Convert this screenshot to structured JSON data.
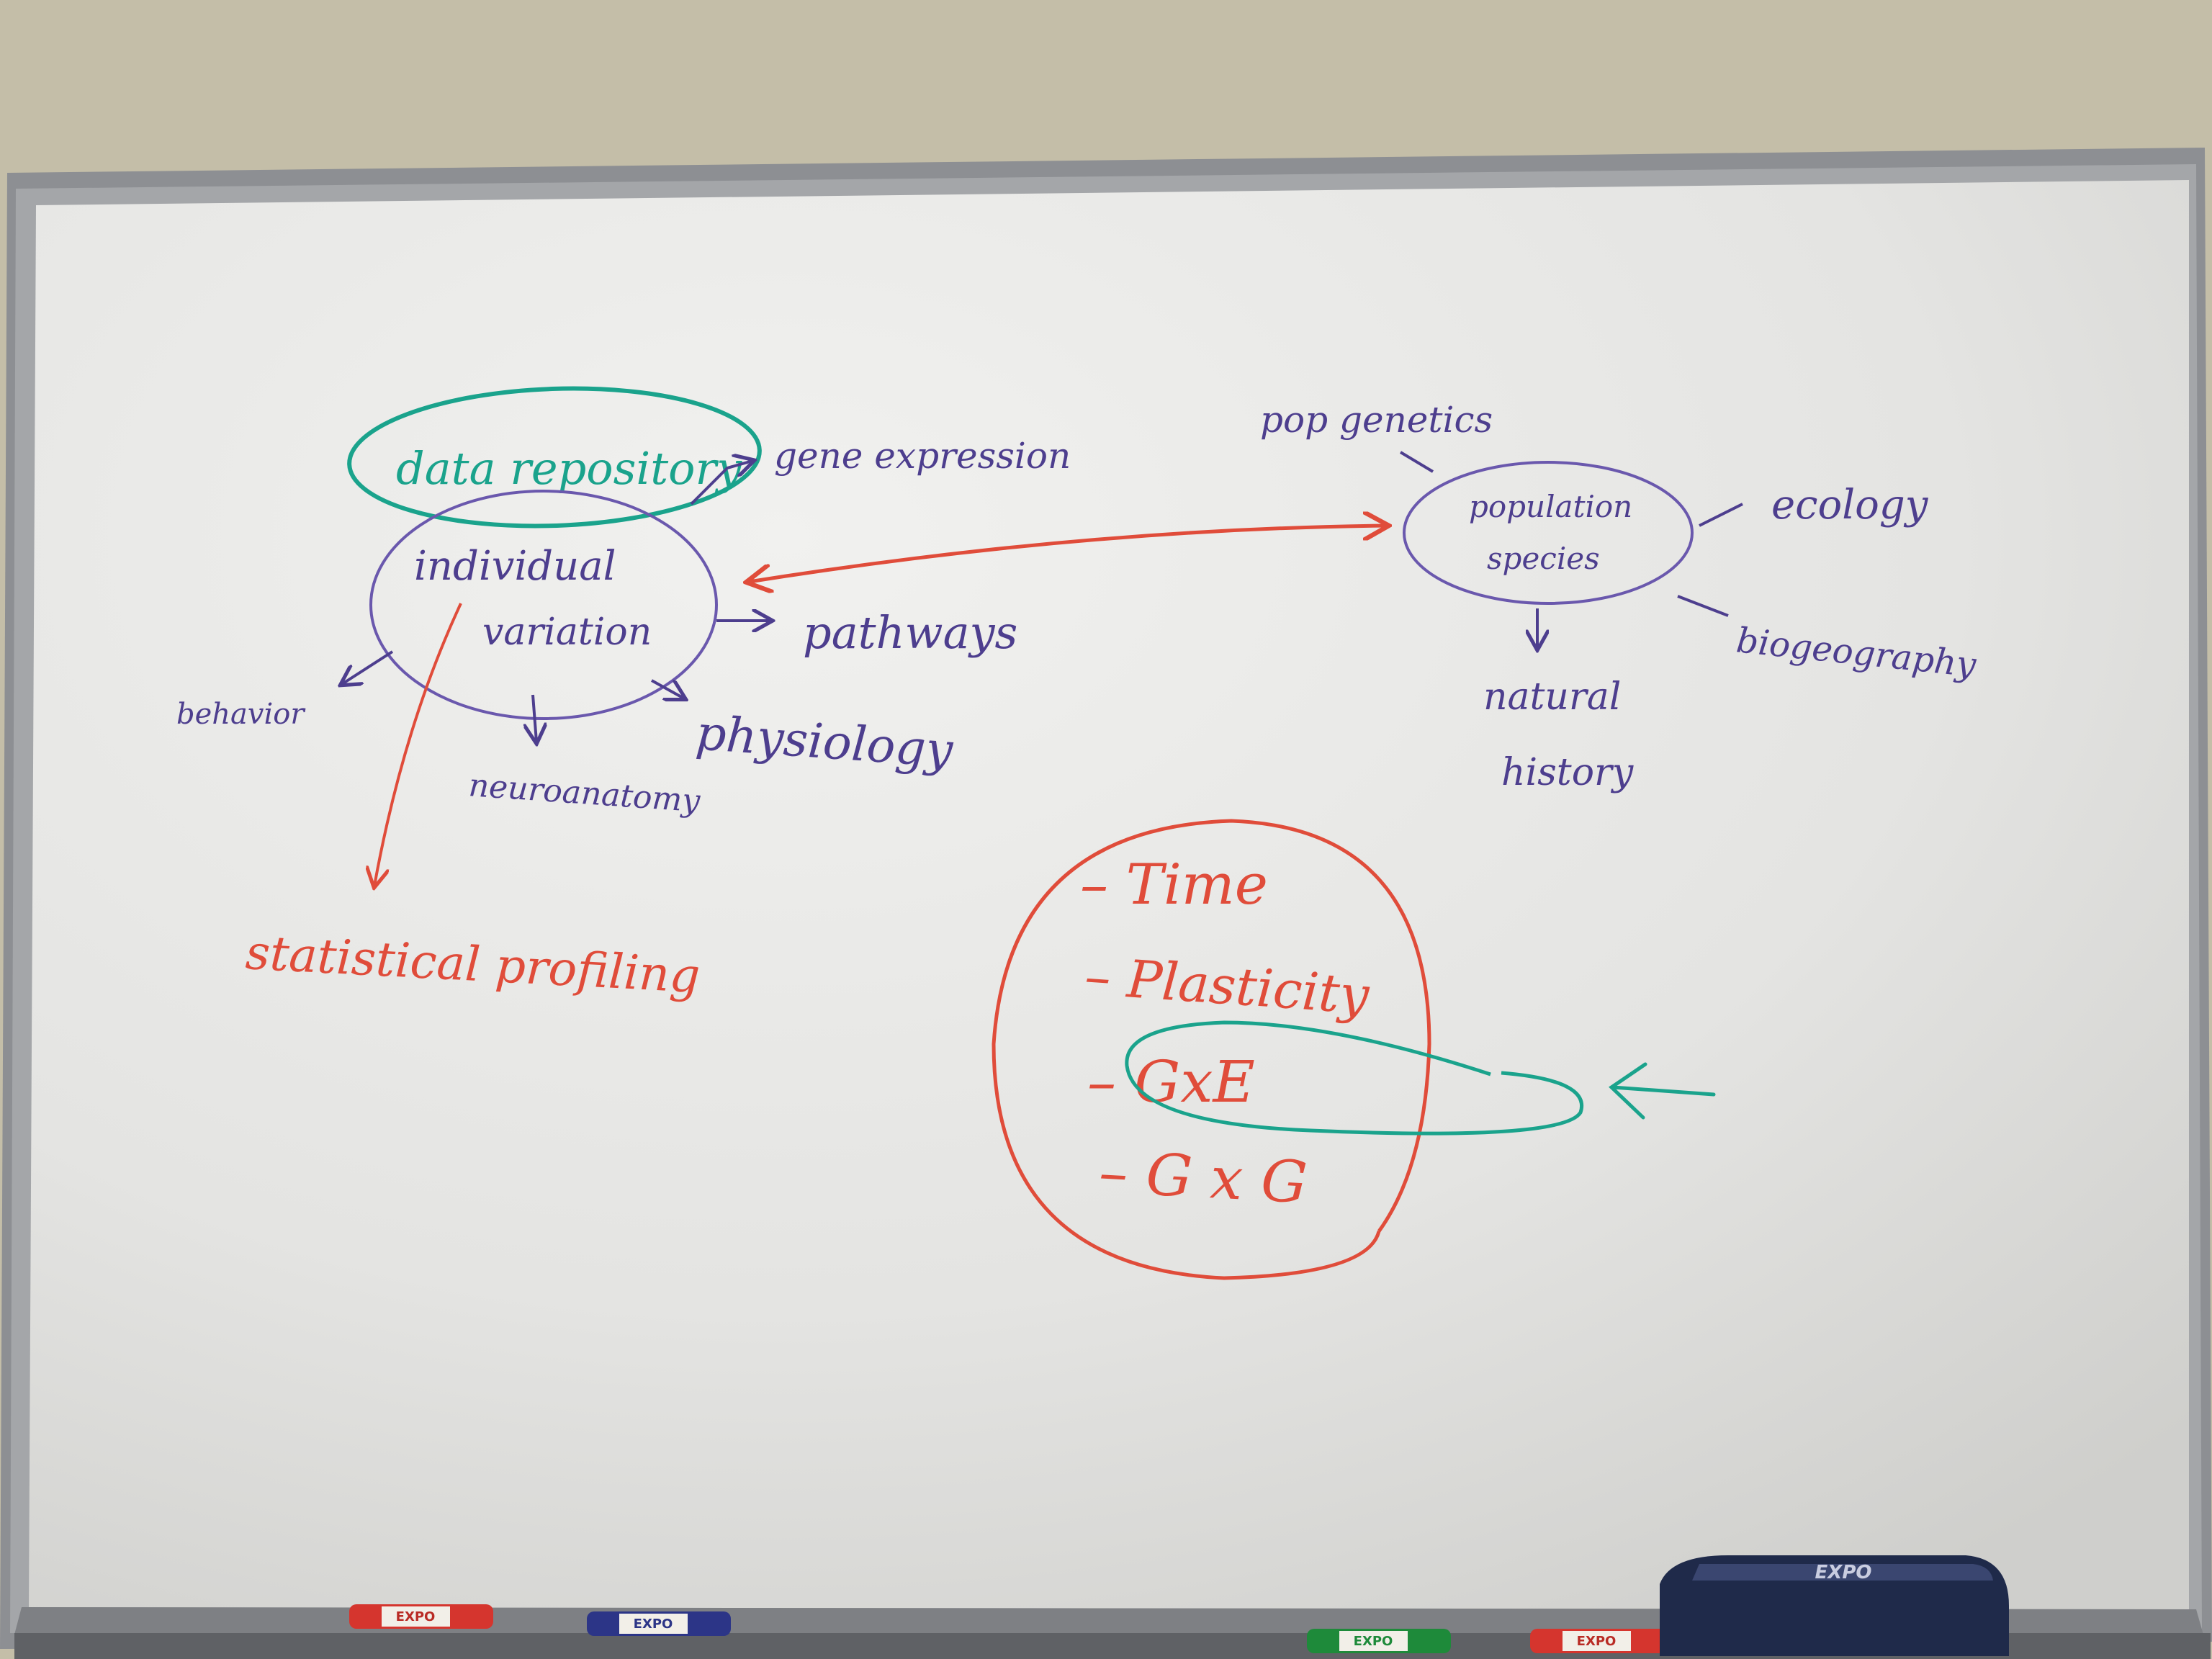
{
  "colors": {
    "wall": "#c4bea8",
    "frame": "#8d8f93",
    "board": "#ebebe9",
    "purple_ink": "#4d3e8e",
    "teal_ink": "#1aa38c",
    "red_ink": "#e04c3a",
    "eraser": "#1f2a4a"
  },
  "board_text": {
    "data_repository": "data repository",
    "gene_expression": "gene expression",
    "individual": "individual",
    "variation": "variation",
    "pathways": "pathways",
    "behavior": "behavior",
    "neuroanatomy": "neuroanatomy",
    "physiology": "physiology",
    "statistical_profiling": "statistical profiling",
    "pop_genetics": "pop genetics",
    "population": "population",
    "species": "species",
    "ecology": "ecology",
    "biogeography": "biogeography",
    "natural": "natural",
    "history": "history",
    "time": "– Time",
    "plasticity": "– Plasticity",
    "gxe": "– GxE",
    "gxg": "– G x G"
  },
  "tray": {
    "marker_brand": "EXPO",
    "eraser_brand": "EXPO"
  },
  "icons": [
    "whiteboard",
    "dry-erase-marker",
    "whiteboard-eraser"
  ]
}
